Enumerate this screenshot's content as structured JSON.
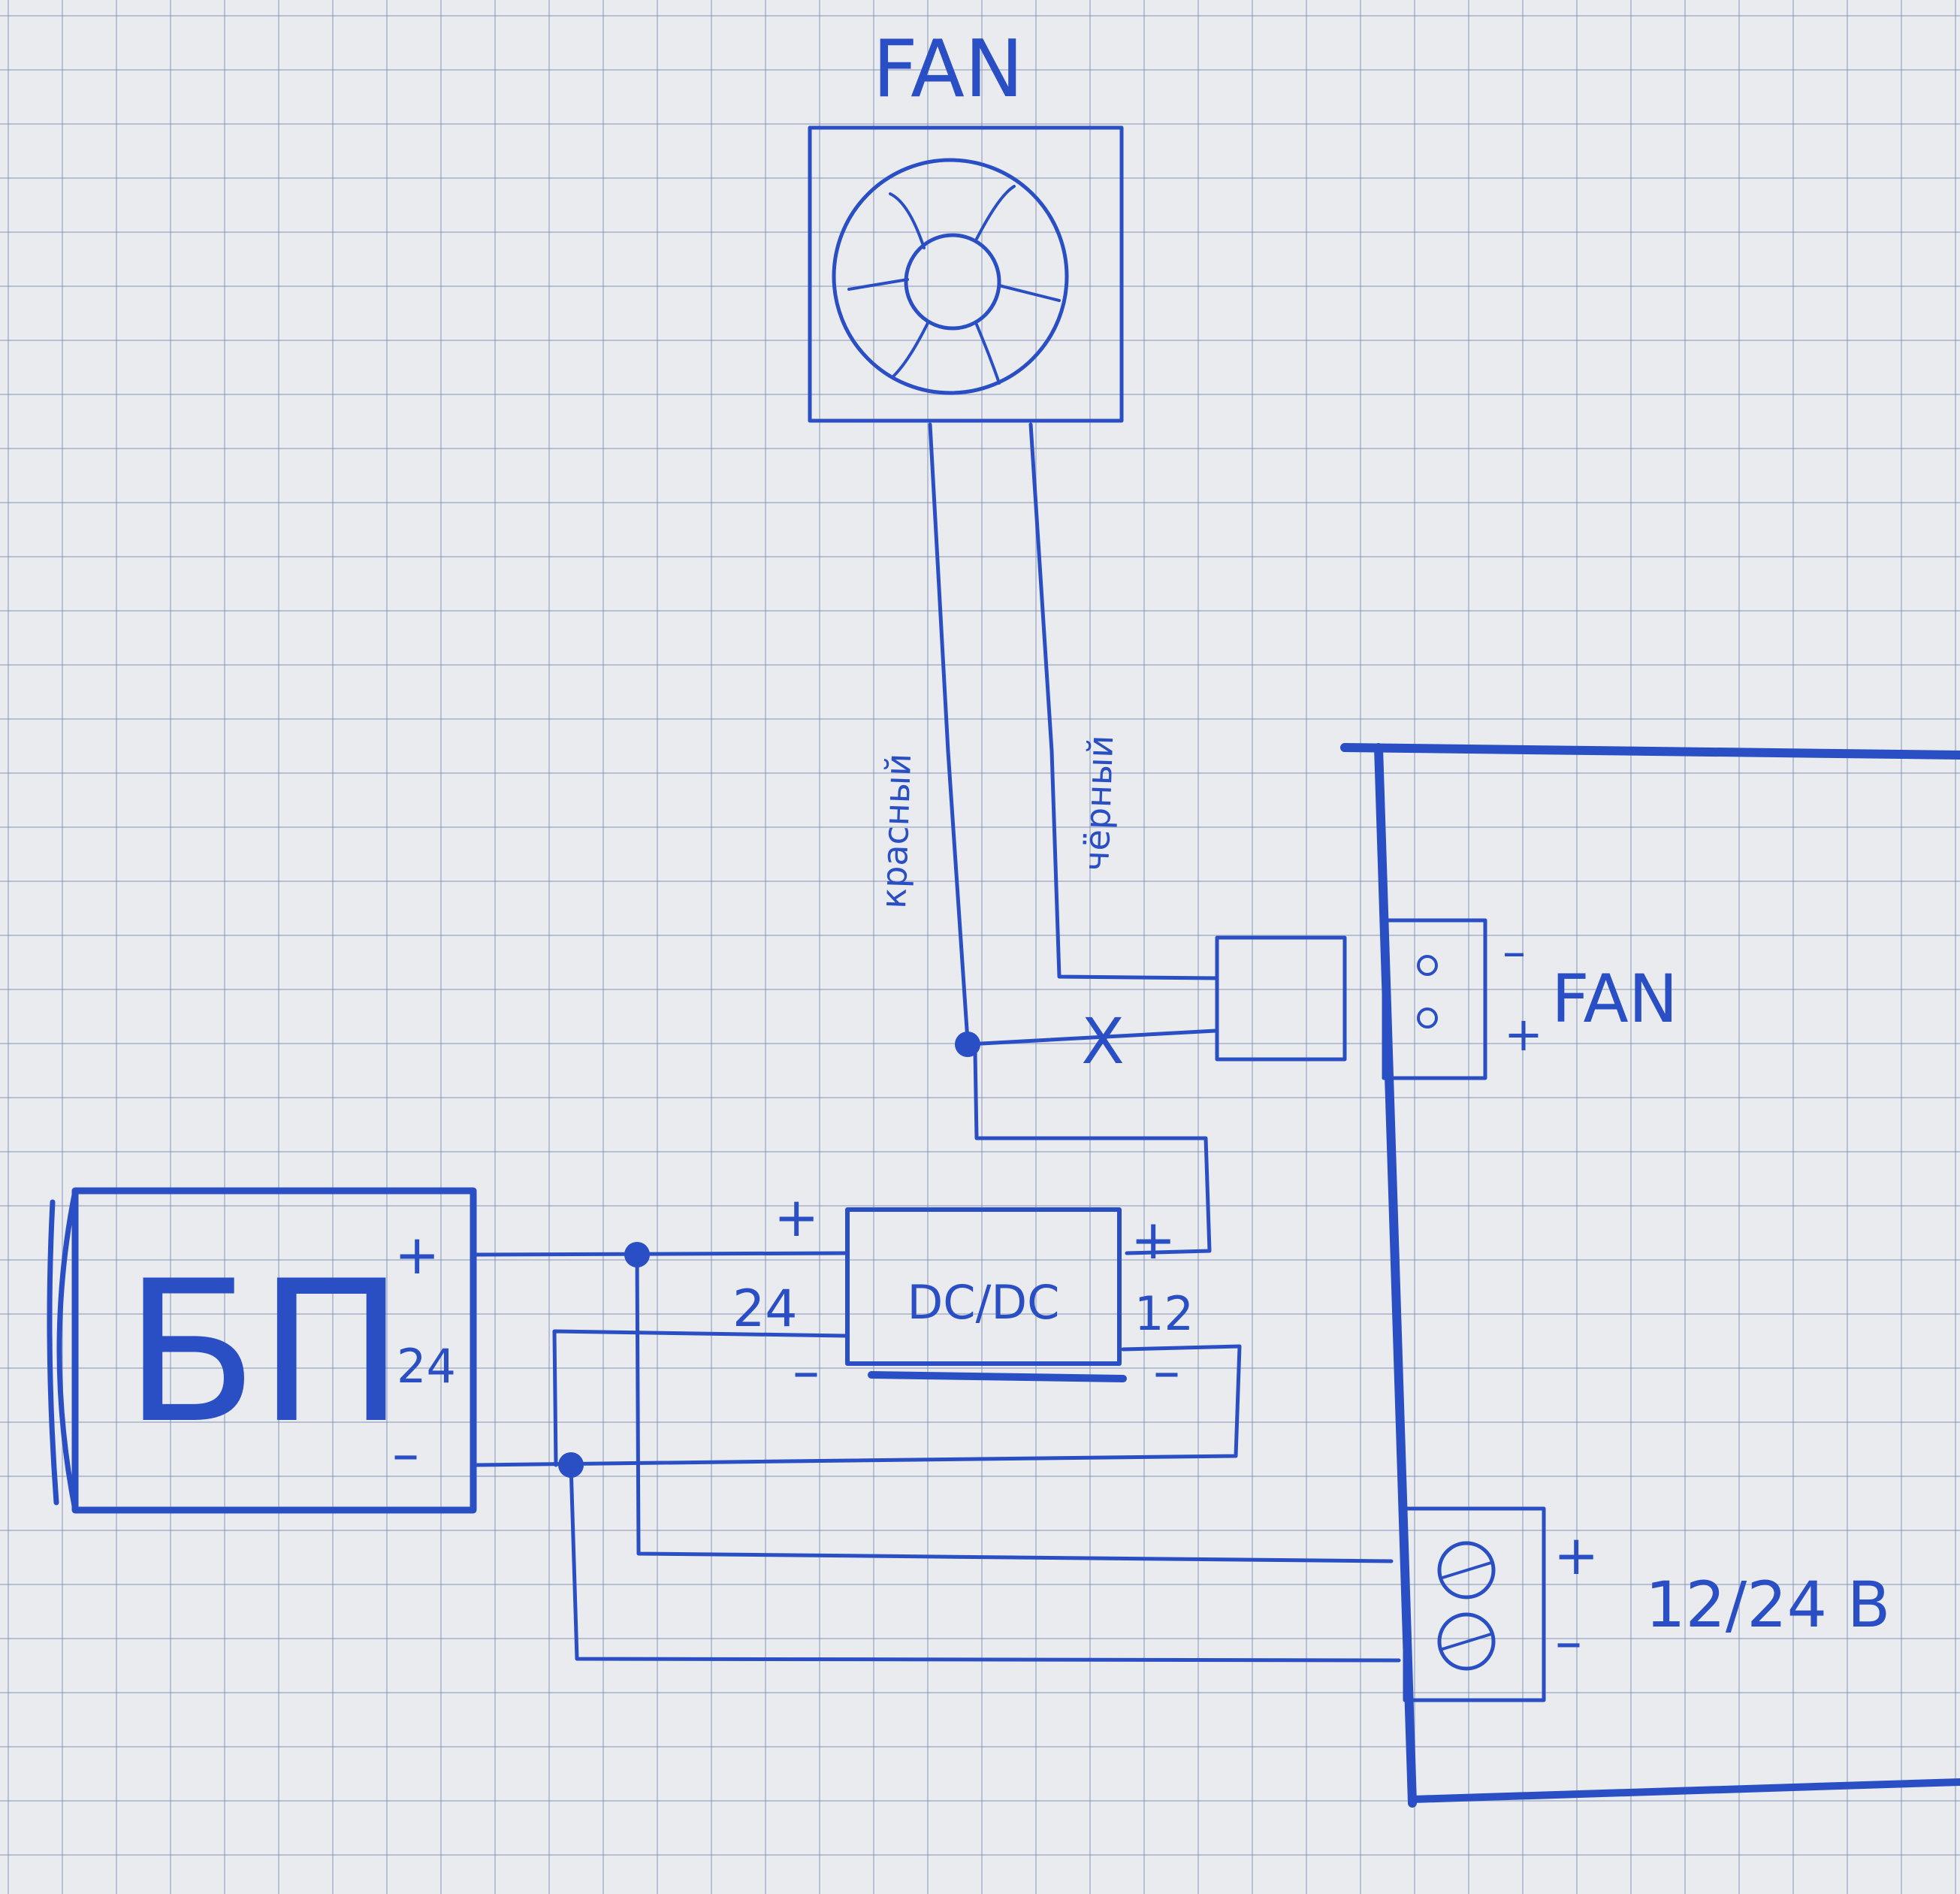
{
  "fan": {
    "label": "FAN"
  },
  "wires": {
    "red": "красный",
    "black": "чёрный"
  },
  "psu": {
    "label": "БП",
    "plus": "+",
    "voltage": "24",
    "minus": "–"
  },
  "dcdc": {
    "label": "DC/DC",
    "in_plus": "+",
    "in_voltage": "24",
    "in_minus": "–",
    "out_plus": "+",
    "out_voltage": "12",
    "out_minus": "–"
  },
  "board": {
    "fan_connector": {
      "minus": "–",
      "plus": "+",
      "label": "FAN"
    },
    "power_terminal": {
      "plus": "+",
      "minus": "–",
      "label": "12/24 В"
    }
  },
  "marks": {
    "cut": "X"
  },
  "ink_color": "#2a4fc4"
}
